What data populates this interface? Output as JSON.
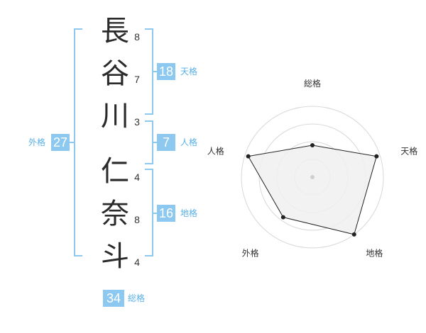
{
  "name": {
    "characters": [
      {
        "char": "長",
        "strokes": "8"
      },
      {
        "char": "谷",
        "strokes": "7"
      },
      {
        "char": "川",
        "strokes": "3"
      },
      {
        "char": "仁",
        "strokes": "4"
      },
      {
        "char": "奈",
        "strokes": "8"
      },
      {
        "char": "斗",
        "strokes": "4"
      }
    ]
  },
  "scores": {
    "tenkaku": {
      "value": "18",
      "label": "天格"
    },
    "jinkaku": {
      "value": "7",
      "label": "人格"
    },
    "chikaku": {
      "value": "16",
      "label": "地格"
    },
    "gaikaku": {
      "value": "27",
      "label": "外格"
    },
    "soukaku": {
      "value": "34",
      "label": "総格"
    }
  },
  "chart_data": {
    "type": "radar",
    "axes": [
      "総格",
      "天格",
      "地格",
      "外格",
      "人格"
    ],
    "values": [
      0.45,
      0.95,
      1.0,
      0.7,
      0.95
    ],
    "rings": 4,
    "colors": {
      "fill": "#f0f0f0",
      "line": "#222222",
      "ring": "#d8d8d8",
      "accent": "#8cc8ef"
    }
  }
}
